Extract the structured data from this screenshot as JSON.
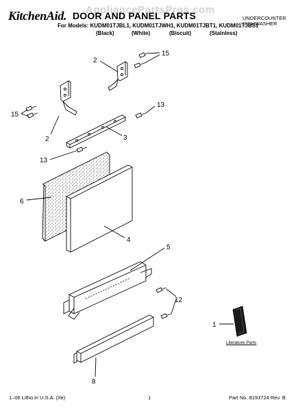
{
  "header": {
    "brand": "KitchenAid.",
    "watermark": "AppliancePartsPros.com",
    "title": "DOOR AND PANEL PARTS",
    "category_line1": "UNDERCOUNTER",
    "category_line2": "DISHWASHER",
    "models_line": "For Models: KUDM01TJBL1, KUDM01TJWH1, KUDM01TJBT1, KUDM01TJBS1",
    "colors": [
      "(Black)",
      "(White)",
      "(Biscuit)",
      "(Stainless)"
    ]
  },
  "callouts": {
    "c15_top": "15",
    "c2_top": "2",
    "c13_top": "13",
    "c15_left": "15",
    "c2_left": "2",
    "c3": "3",
    "c13_left": "13",
    "c6": "6",
    "c4": "4",
    "c5": "5",
    "c12": "12",
    "c1": "1",
    "c8": "8"
  },
  "literature_label": "Literature Parts",
  "footer": {
    "left": "1–06 Litho in U.S.A. (rle)",
    "center": "1",
    "right": "Part No. 8193724 Rev. B"
  }
}
